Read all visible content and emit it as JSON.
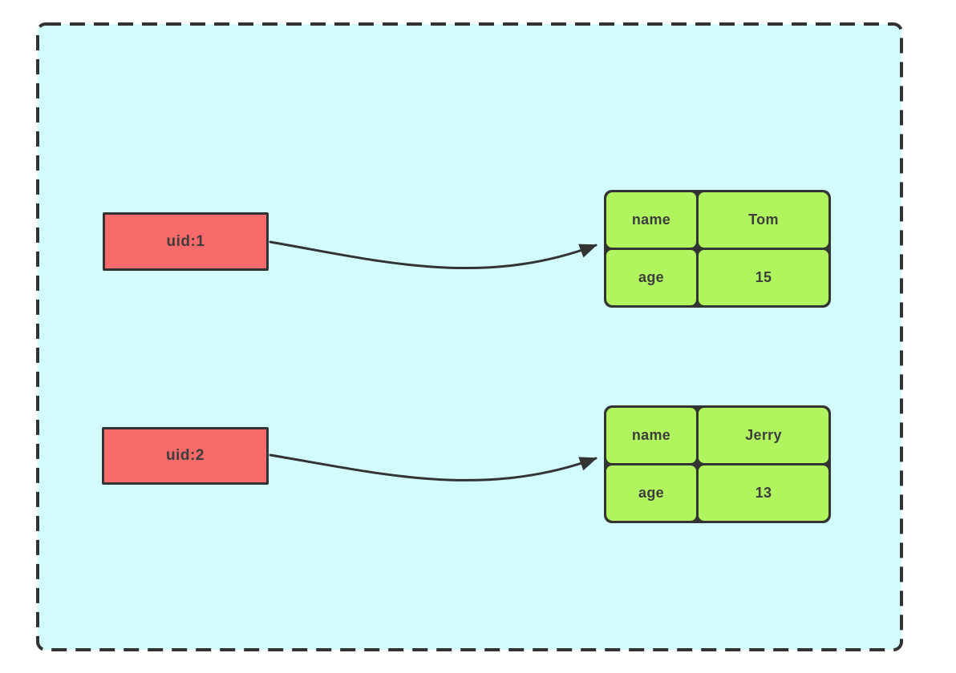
{
  "colors": {
    "panel_fill": "#d2fbfb",
    "panel_border": "#333333",
    "key_fill": "#f96a6a",
    "value_fill": "#b1f55e",
    "stroke": "#333333",
    "text": "#3d3d3d"
  },
  "diagram": {
    "keys": [
      {
        "id": "key-1",
        "label": "uid:1"
      },
      {
        "id": "key-2",
        "label": "uid:2"
      }
    ],
    "hashes": [
      {
        "id": "hash-1",
        "rows": [
          {
            "field": "name",
            "value": "Tom"
          },
          {
            "field": "age",
            "value": "15"
          }
        ]
      },
      {
        "id": "hash-2",
        "rows": [
          {
            "field": "name",
            "value": "Jerry"
          },
          {
            "field": "age",
            "value": "13"
          }
        ]
      }
    ],
    "edges": [
      {
        "from": "key-1",
        "to": "hash-1"
      },
      {
        "from": "key-2",
        "to": "hash-2"
      }
    ]
  }
}
